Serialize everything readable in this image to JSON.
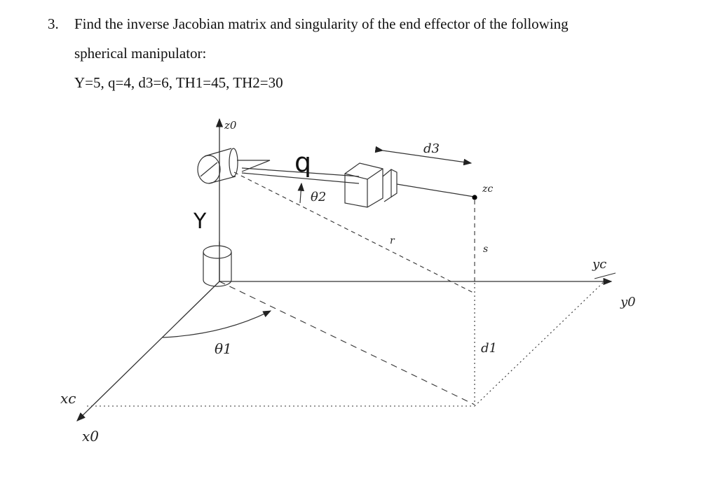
{
  "question": {
    "number": "3.",
    "line1": "Find the inverse Jacobian matrix and singularity of the end effector of the following",
    "line2": "spherical manipulator:",
    "params": "Y=5, q=4, d3=6, TH1=45, TH2=30"
  },
  "figure": {
    "labels": {
      "z0": "z0",
      "q": "q",
      "d3": "d3",
      "theta2": "θ2",
      "zc": "zc",
      "Y": "Y",
      "r": "r",
      "s": "s",
      "yc": "yc",
      "y0": "y0",
      "theta1": "θ1",
      "d1": "d1",
      "xc": "xc",
      "x0": "x0"
    }
  }
}
